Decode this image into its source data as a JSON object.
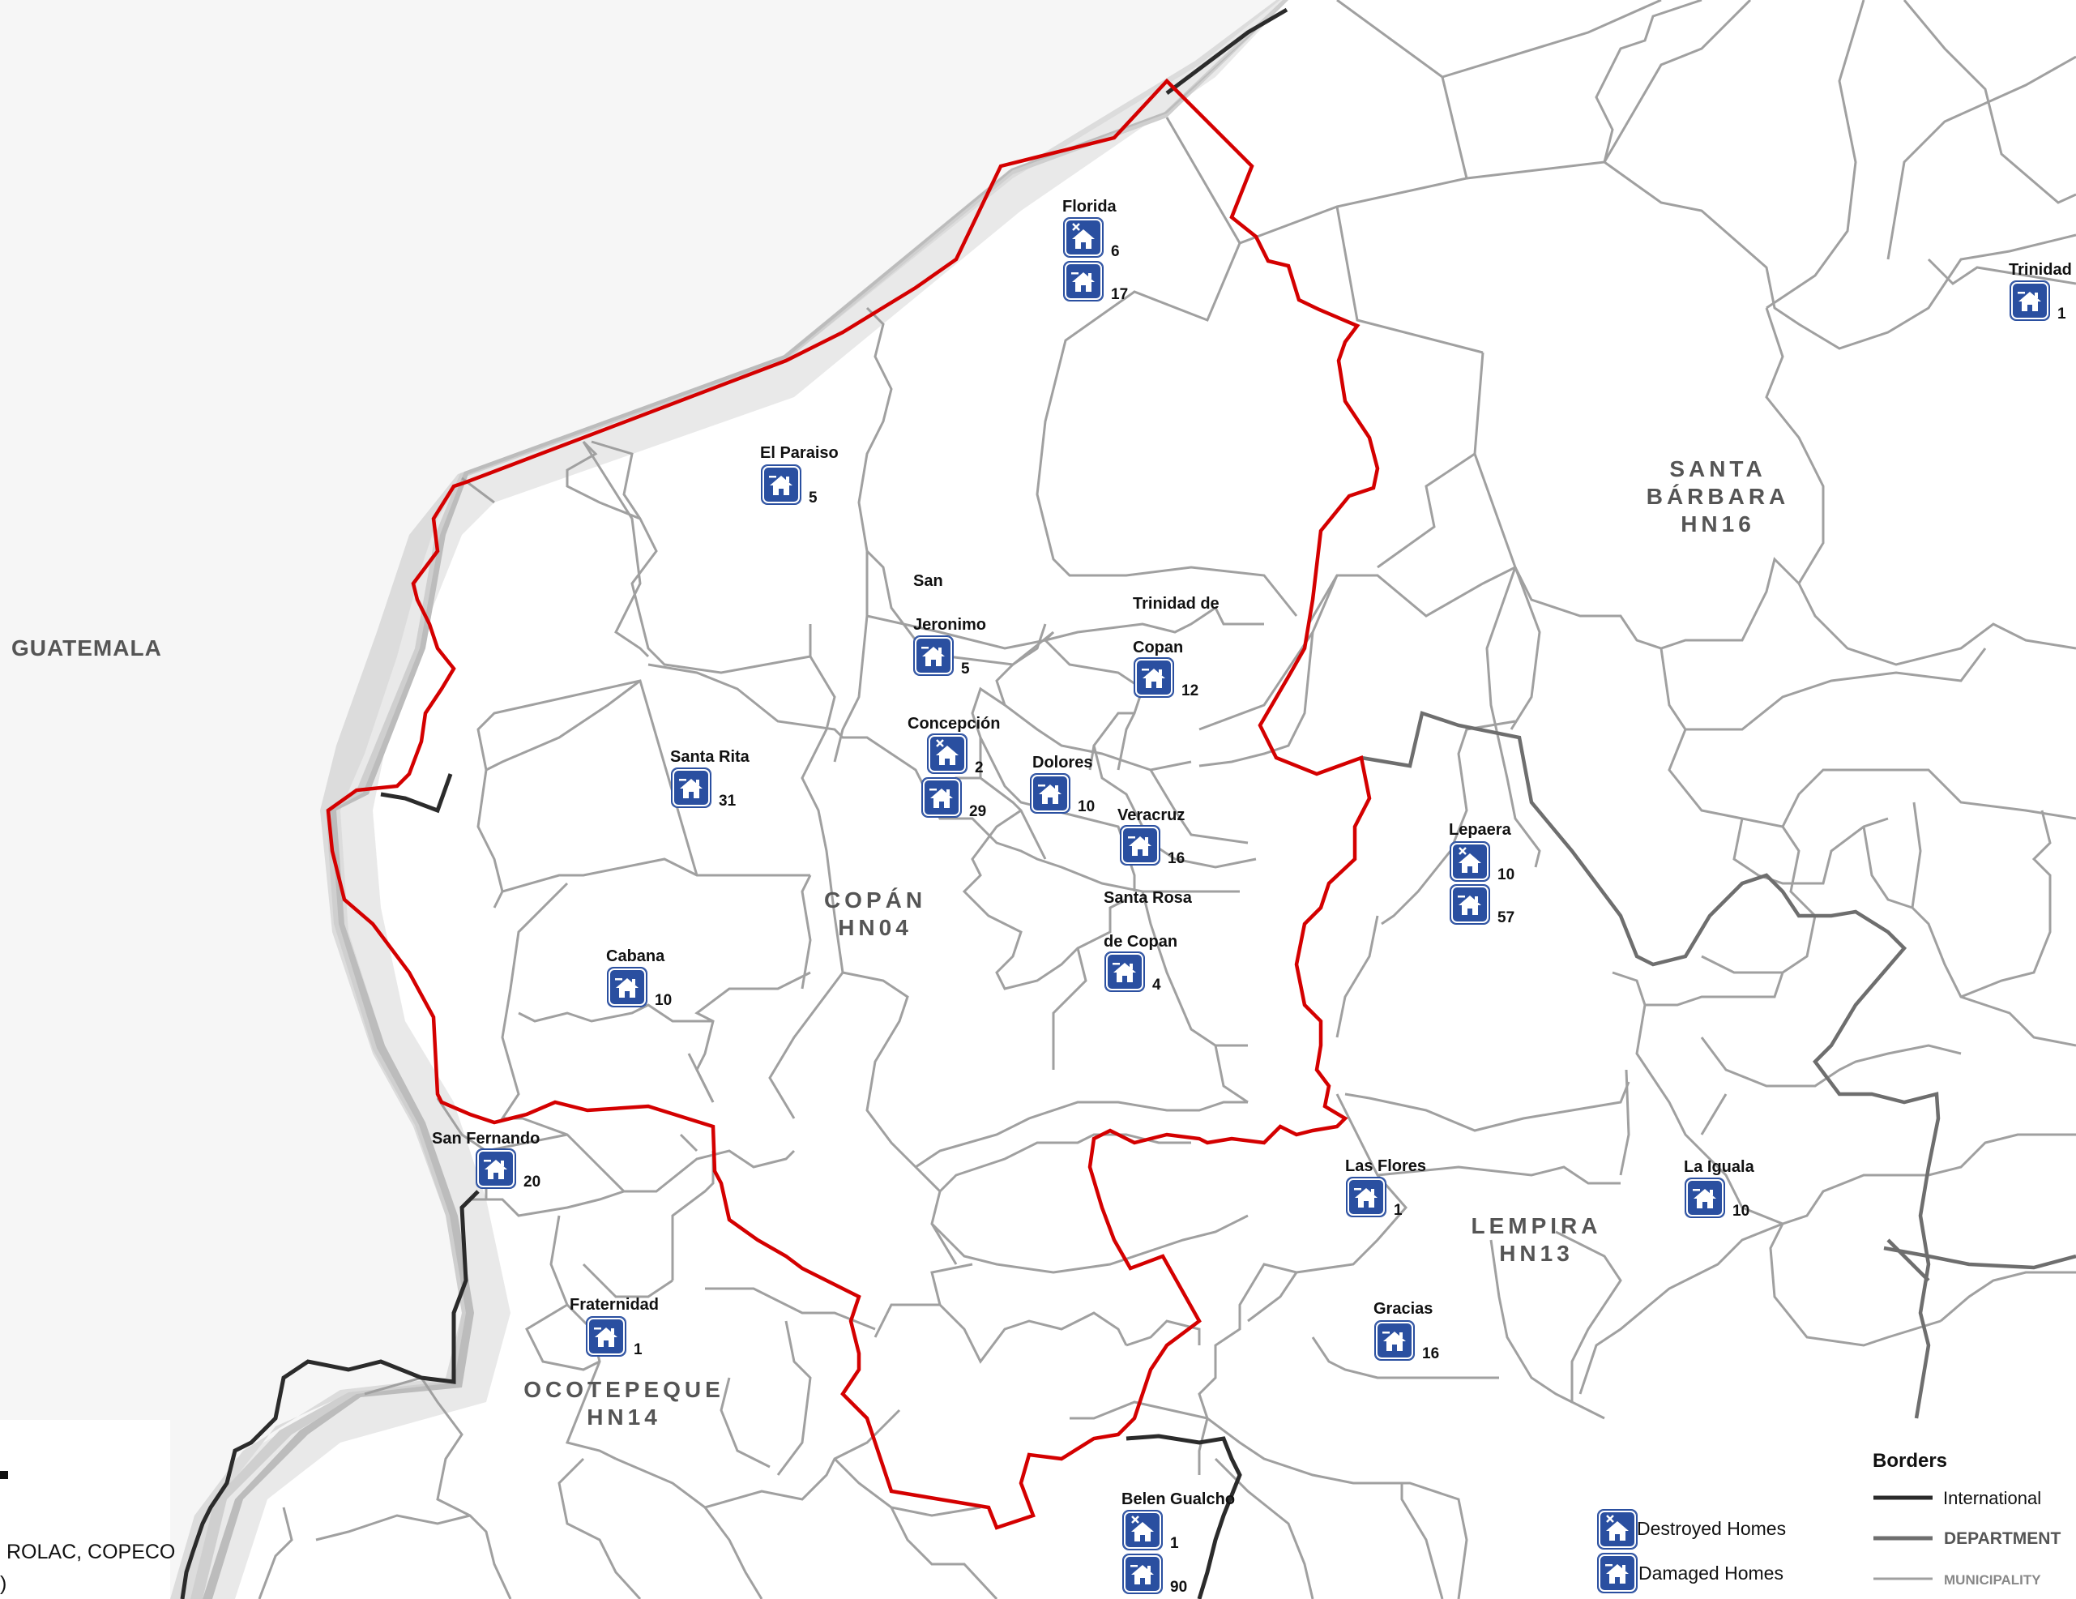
{
  "country_label": "GUATEMALA",
  "departments": {
    "copan": {
      "name": "COPÁN",
      "code": "HN04"
    },
    "santa_barbara": {
      "name_line1": "SANTA",
      "name_line2": "BÁRBARA",
      "code": "HN16"
    },
    "lempira": {
      "name": "LEMPIRA",
      "code": "HN13"
    },
    "ocotepeque": {
      "name": "OCOTEPEQUE",
      "code": "HN14"
    }
  },
  "municipalities": {
    "florida": {
      "name": "Florida",
      "destroyed": "6",
      "damaged": "17"
    },
    "el_paraiso": {
      "name": "El Paraiso",
      "damaged": "5"
    },
    "san_jeronimo": {
      "name_line1": "San",
      "name_line2": "Jeronimo",
      "damaged": "5"
    },
    "trinidad_de_copan": {
      "name_line1": "Trinidad de",
      "name_line2": "Copan",
      "damaged": "12"
    },
    "concepcion": {
      "name": "Concepción",
      "destroyed": "2",
      "damaged": "29"
    },
    "santa_rita": {
      "name": "Santa Rita",
      "damaged": "31"
    },
    "dolores": {
      "name": "Dolores",
      "damaged": "10"
    },
    "veracruz": {
      "name": "Veracruz",
      "damaged": "16"
    },
    "santa_rosa_de_copan": {
      "name_line1": "Santa Rosa",
      "name_line2": "de Copan",
      "damaged": "4"
    },
    "cabana": {
      "name": "Cabana",
      "damaged": "10"
    },
    "lepaera": {
      "name": "Lepaera",
      "destroyed": "10",
      "damaged": "57"
    },
    "san_fernando": {
      "name": "San Fernando",
      "damaged": "20"
    },
    "las_flores": {
      "name": "Las Flores",
      "damaged": "1"
    },
    "la_iguala": {
      "name": "La Iguala",
      "damaged": "10"
    },
    "gracias": {
      "name": "Gracias",
      "damaged": "16"
    },
    "fraternidad": {
      "name": "Fraternidad",
      "damaged": "1"
    },
    "belen_gualcho": {
      "name": "Belen Gualcho",
      "destroyed": "1",
      "damaged": "90"
    },
    "trinidad": {
      "name": "Trinidad",
      "damaged": "1"
    }
  },
  "legend": {
    "destroyed_label": "Destroyed Homes",
    "damaged_label": "Damaged Homes",
    "borders_title": "Borders",
    "international_label": "International",
    "department_label": "DEPARTMENT",
    "municipality_label": "MUNICIPALITY"
  },
  "credit": {
    "line1": "ROLAC, COPECO",
    "line2": ")"
  },
  "colors": {
    "highlight_border": "#d40000",
    "icon_fill": "#2a4fa0",
    "municipality_line": "#a0a0a0",
    "department_line": "#6e6e6e",
    "international_line": "#2b2b2b"
  }
}
